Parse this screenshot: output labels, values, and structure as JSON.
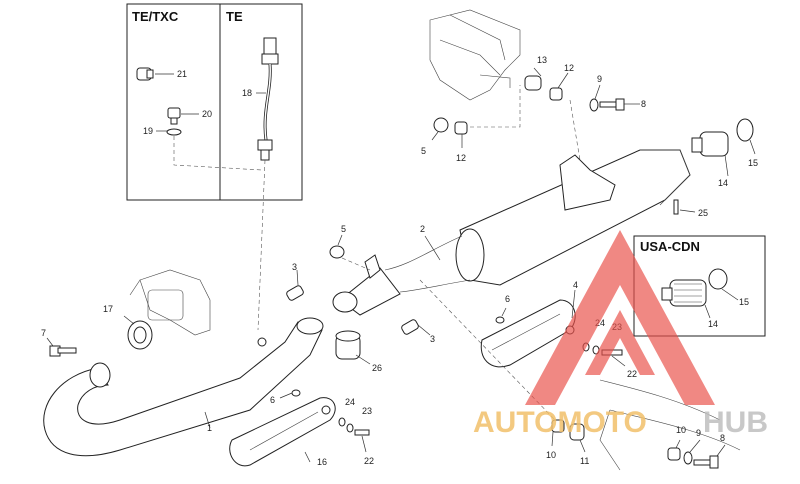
{
  "insets": {
    "te_txc_header": "TE/TXC",
    "te_header": "TE",
    "usa_header": "USA-CDN"
  },
  "watermark": {
    "part1": "AUTOMOTO",
    "part2": "HUB",
    "triangle_color": "#e8504a",
    "text_color_1": "#f2c06b",
    "text_color_2": "#bfbfbf"
  },
  "labels": {
    "l21": "21",
    "l20": "20",
    "l19": "19",
    "l18": "18",
    "l13": "13",
    "l12a": "12",
    "l9a": "9",
    "l8a": "8",
    "l5a": "5",
    "l12b": "12",
    "l15a": "15",
    "l14a": "14",
    "l25": "25",
    "l2": "2",
    "l5b": "5",
    "l3a": "3",
    "l3b": "3",
    "l26": "26",
    "l17": "17",
    "l7": "7",
    "l1": "1",
    "l6a": "6",
    "l16": "16",
    "l24a": "24",
    "l23a": "23",
    "l22a": "22",
    "l6b": "6",
    "l4": "4",
    "l24b": "24",
    "l23b": "23",
    "l22b": "22",
    "l15b": "15",
    "l14b": "14",
    "l10a": "10",
    "l11": "11",
    "l10b": "10",
    "l9b": "9",
    "l8b": "8"
  }
}
